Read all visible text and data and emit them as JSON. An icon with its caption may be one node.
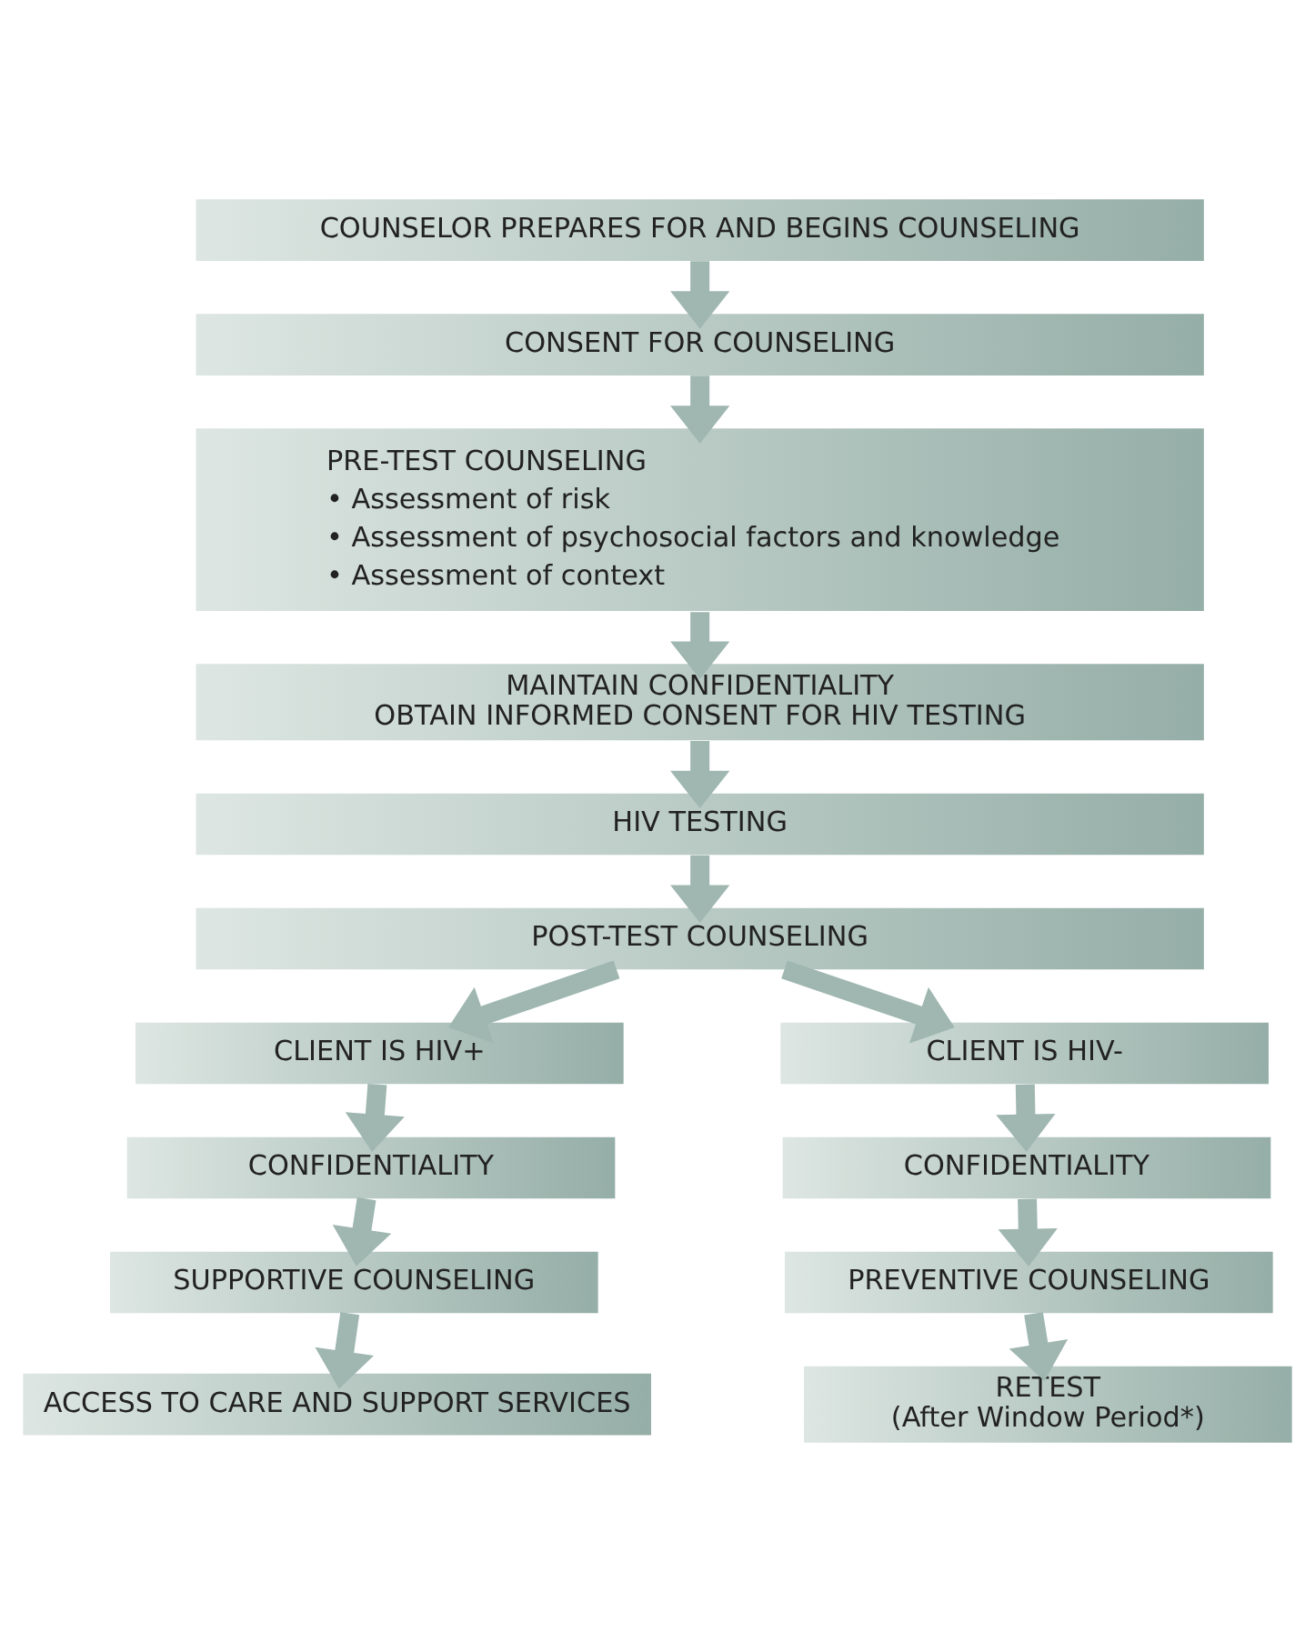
{
  "diagram": {
    "nodes": [
      {
        "text": [
          "COUNSELOR PREPARES FOR AND BEGINS COUNSELING"
        ]
      },
      {
        "text": [
          "CONSENT FOR COUNSELING"
        ]
      },
      {
        "text": [
          "PRE-TEST COUNSELING",
          "• Assessment of risk",
          "• Assessment of psychosocial factors and knowledge",
          "• Assessment of context"
        ]
      },
      {
        "text": [
          "MAINTAIN CONFIDENTIALITY",
          "OBTAIN INFORMED CONSENT FOR HIV TESTING"
        ]
      },
      {
        "text": [
          "HIV TESTING"
        ]
      },
      {
        "text": [
          "POST-TEST COUNSELING"
        ]
      },
      {
        "text": [
          "CLIENT IS HIV+"
        ]
      },
      {
        "text": [
          "CLIENT IS HIV-"
        ]
      },
      {
        "text": [
          "CONFIDENTIALITY"
        ]
      },
      {
        "text": [
          "CONFIDENTIALITY"
        ]
      },
      {
        "text": [
          "SUPPORTIVE COUNSELING"
        ]
      },
      {
        "text": [
          "PREVENTIVE COUNSELING"
        ]
      },
      {
        "text": [
          "ACCESS TO CARE AND SUPPORT SERVICES"
        ]
      },
      {
        "text": [
          "RETEST",
          "(After Window Period*)"
        ]
      }
    ],
    "edges": [
      {
        "from": 0,
        "to": 1,
        "arrow": "to"
      },
      {
        "from": 1,
        "to": 2,
        "arrow": "to"
      },
      {
        "from": 2,
        "to": 3,
        "arrow": "to"
      },
      {
        "from": 3,
        "to": 4,
        "arrow": "to"
      },
      {
        "from": 4,
        "to": 5,
        "arrow": "to"
      },
      {
        "from": 5,
        "to": 6,
        "arrow": "to"
      },
      {
        "from": 5,
        "to": 7,
        "arrow": "to"
      },
      {
        "from": 6,
        "to": 8,
        "arrow": "to"
      },
      {
        "from": 7,
        "to": 9,
        "arrow": "to"
      },
      {
        "from": 8,
        "to": 10,
        "arrow": "to"
      },
      {
        "from": 9,
        "to": 11,
        "arrow": "to"
      },
      {
        "from": 10,
        "to": 12,
        "arrow": "to"
      },
      {
        "from": 11,
        "to": 13,
        "arrow": "to"
      }
    ]
  }
}
